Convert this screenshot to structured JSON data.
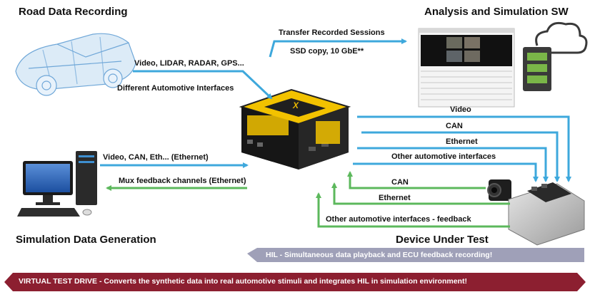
{
  "titles": {
    "road_data": "Road Data Recording",
    "analysis": "Analysis and Simulation SW",
    "sim_gen": "Simulation Data Generation",
    "dut": "Device Under Test"
  },
  "labels": {
    "transfer": "Transfer Recorded Sessions",
    "ssd": "SSD copy, 10 GbE**",
    "video_lidar": "Video, LIDAR, RADAR, GPS...",
    "diff_auto": "Different Automotive Interfaces",
    "video": "Video",
    "can_out": "CAN",
    "ethernet_out": "Ethernet",
    "other_auto": "Other automotive interfaces",
    "video_can_eth": "Video, CAN, Eth... (Ethernet)",
    "mux": "Mux feedback channels (Ethernet)",
    "can_fb": "CAN",
    "ethernet_fb": "Ethernet",
    "other_fb": "Other automotive interfaces - feedback"
  },
  "banners": {
    "hil": "HIL - Simultaneous data playback and ECU feedback recording!",
    "vtd": "VIRTUAL TEST DRIVE - Converts the synthetic data into real automotive stimuli and integrates HIL in simulation environment!"
  },
  "device": {
    "logo": "X"
  },
  "colors": {
    "blue": "#3ea8dc",
    "green": "#5cb85c",
    "yellow": "#f2c200",
    "hil_banner": "#9fa0b8",
    "vtd_banner": "#8c1f30"
  }
}
